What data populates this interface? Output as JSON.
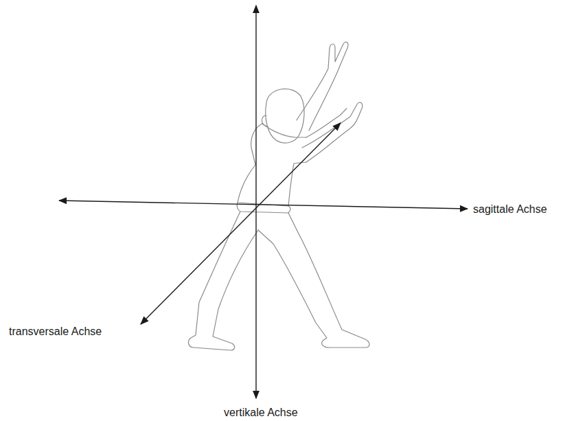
{
  "diagram": {
    "labels": [
      "sagittale Achse",
      "transversale Achse",
      "vertikale Achse"
    ]
  }
}
